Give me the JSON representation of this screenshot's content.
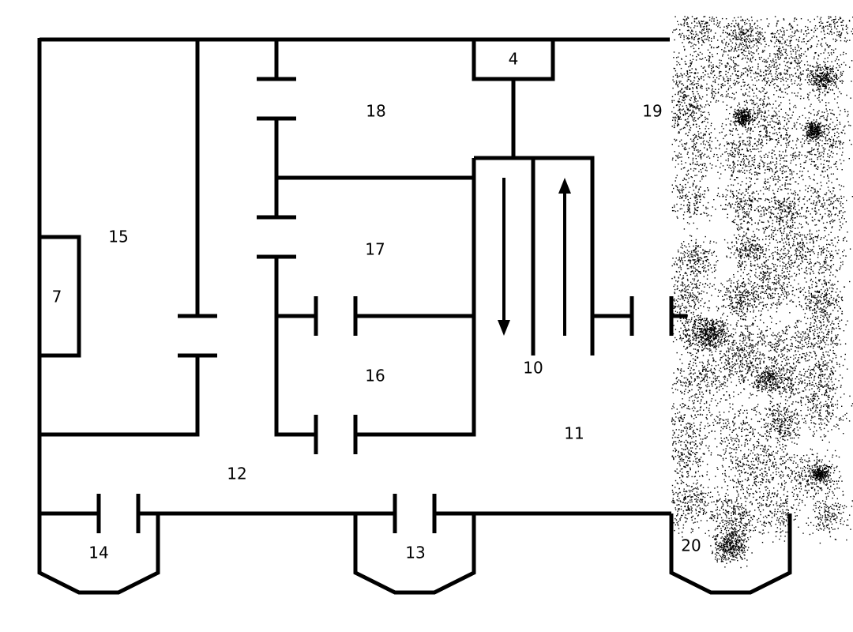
{
  "diagram": {
    "type": "floor-plan schematic",
    "line_color": "#000000",
    "background": "#ffffff",
    "labels": {
      "r4": "4",
      "r7": "7",
      "r10": "10",
      "r11": "11",
      "r12": "12",
      "r13": "13",
      "r14": "14",
      "r15": "15",
      "r16": "16",
      "r17": "17",
      "r18": "18",
      "r19": "19",
      "r20": "20"
    },
    "arrows": [
      {
        "name": "down-flow-arrow",
        "direction": "down"
      },
      {
        "name": "up-flow-arrow",
        "direction": "up"
      }
    ],
    "obscured_region": {
      "description": "dense speckled noise pattern over the right side",
      "present": true
    }
  }
}
